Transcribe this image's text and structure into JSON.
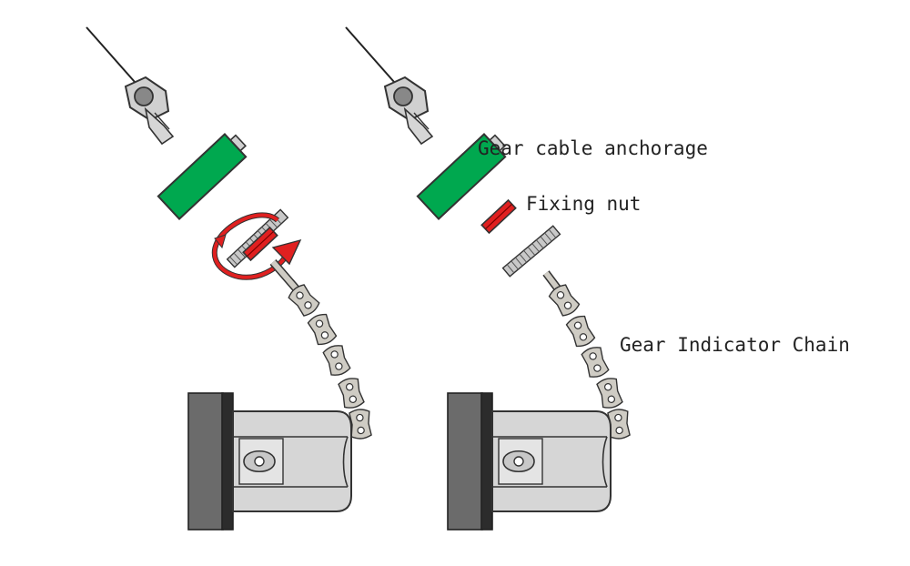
{
  "labels": {
    "anchorage": "Gear cable anchorage",
    "fixing_nut": "Fixing nut",
    "chain": "Gear Indicator Chain"
  },
  "colors": {
    "housing": "#00a84f",
    "nut": "#e02020",
    "arrow": "#e02020",
    "metal": "#d0d0d0",
    "chain": "#cfccc4",
    "dark_block": "#6b6b6b",
    "outline": "#333333"
  },
  "icons": {
    "rotation": "rotation-arrow-icon"
  }
}
